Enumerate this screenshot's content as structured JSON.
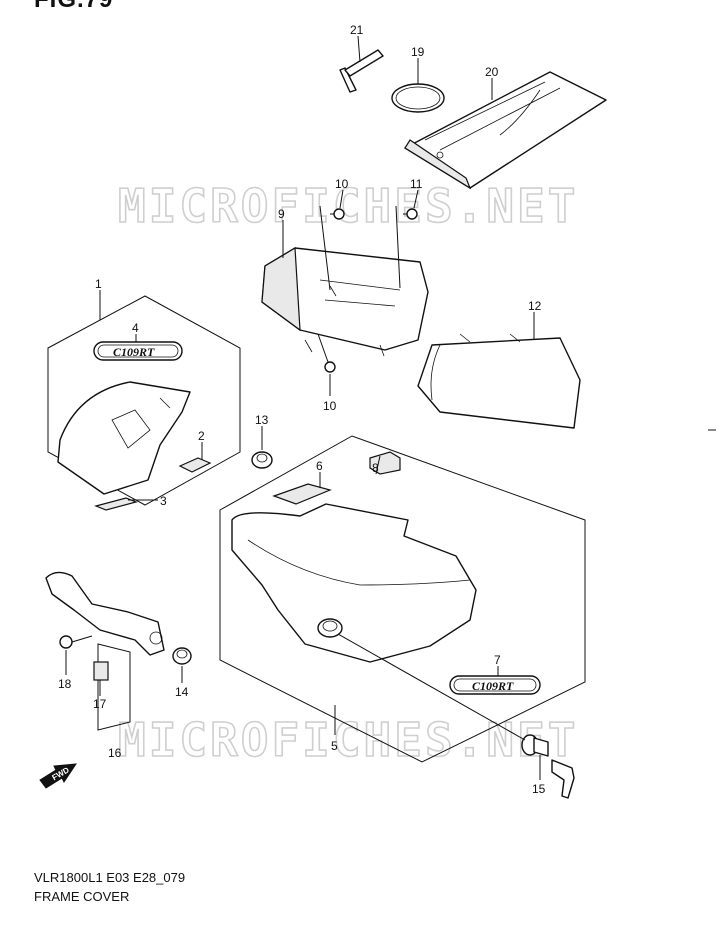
{
  "figure": {
    "title": "FIG.79",
    "model_code": "VLR1800L1 E03 E28_079",
    "name": "FRAME COVER"
  },
  "watermark": {
    "text": "MICROFICHES.NET"
  },
  "fwd_label": "FWD",
  "emblems": {
    "left": "C109RT",
    "right": "C109RT"
  },
  "callouts": [
    {
      "id": "c21",
      "label": "21"
    },
    {
      "id": "c19",
      "label": "19"
    },
    {
      "id": "c20",
      "label": "20"
    },
    {
      "id": "c10a",
      "label": "10"
    },
    {
      "id": "c11",
      "label": "11"
    },
    {
      "id": "c9",
      "label": "9"
    },
    {
      "id": "c12",
      "label": "12"
    },
    {
      "id": "c10b",
      "label": "10"
    },
    {
      "id": "c1",
      "label": "1"
    },
    {
      "id": "c4",
      "label": "4"
    },
    {
      "id": "c2",
      "label": "2"
    },
    {
      "id": "c3",
      "label": "3"
    },
    {
      "id": "c13",
      "label": "13"
    },
    {
      "id": "c6",
      "label": "6"
    },
    {
      "id": "c8",
      "label": "8"
    },
    {
      "id": "c7",
      "label": "7"
    },
    {
      "id": "c5",
      "label": "5"
    },
    {
      "id": "c18",
      "label": "18"
    },
    {
      "id": "c17",
      "label": "17"
    },
    {
      "id": "c14",
      "label": "14"
    },
    {
      "id": "c16",
      "label": "16"
    },
    {
      "id": "c15",
      "label": "15"
    }
  ]
}
